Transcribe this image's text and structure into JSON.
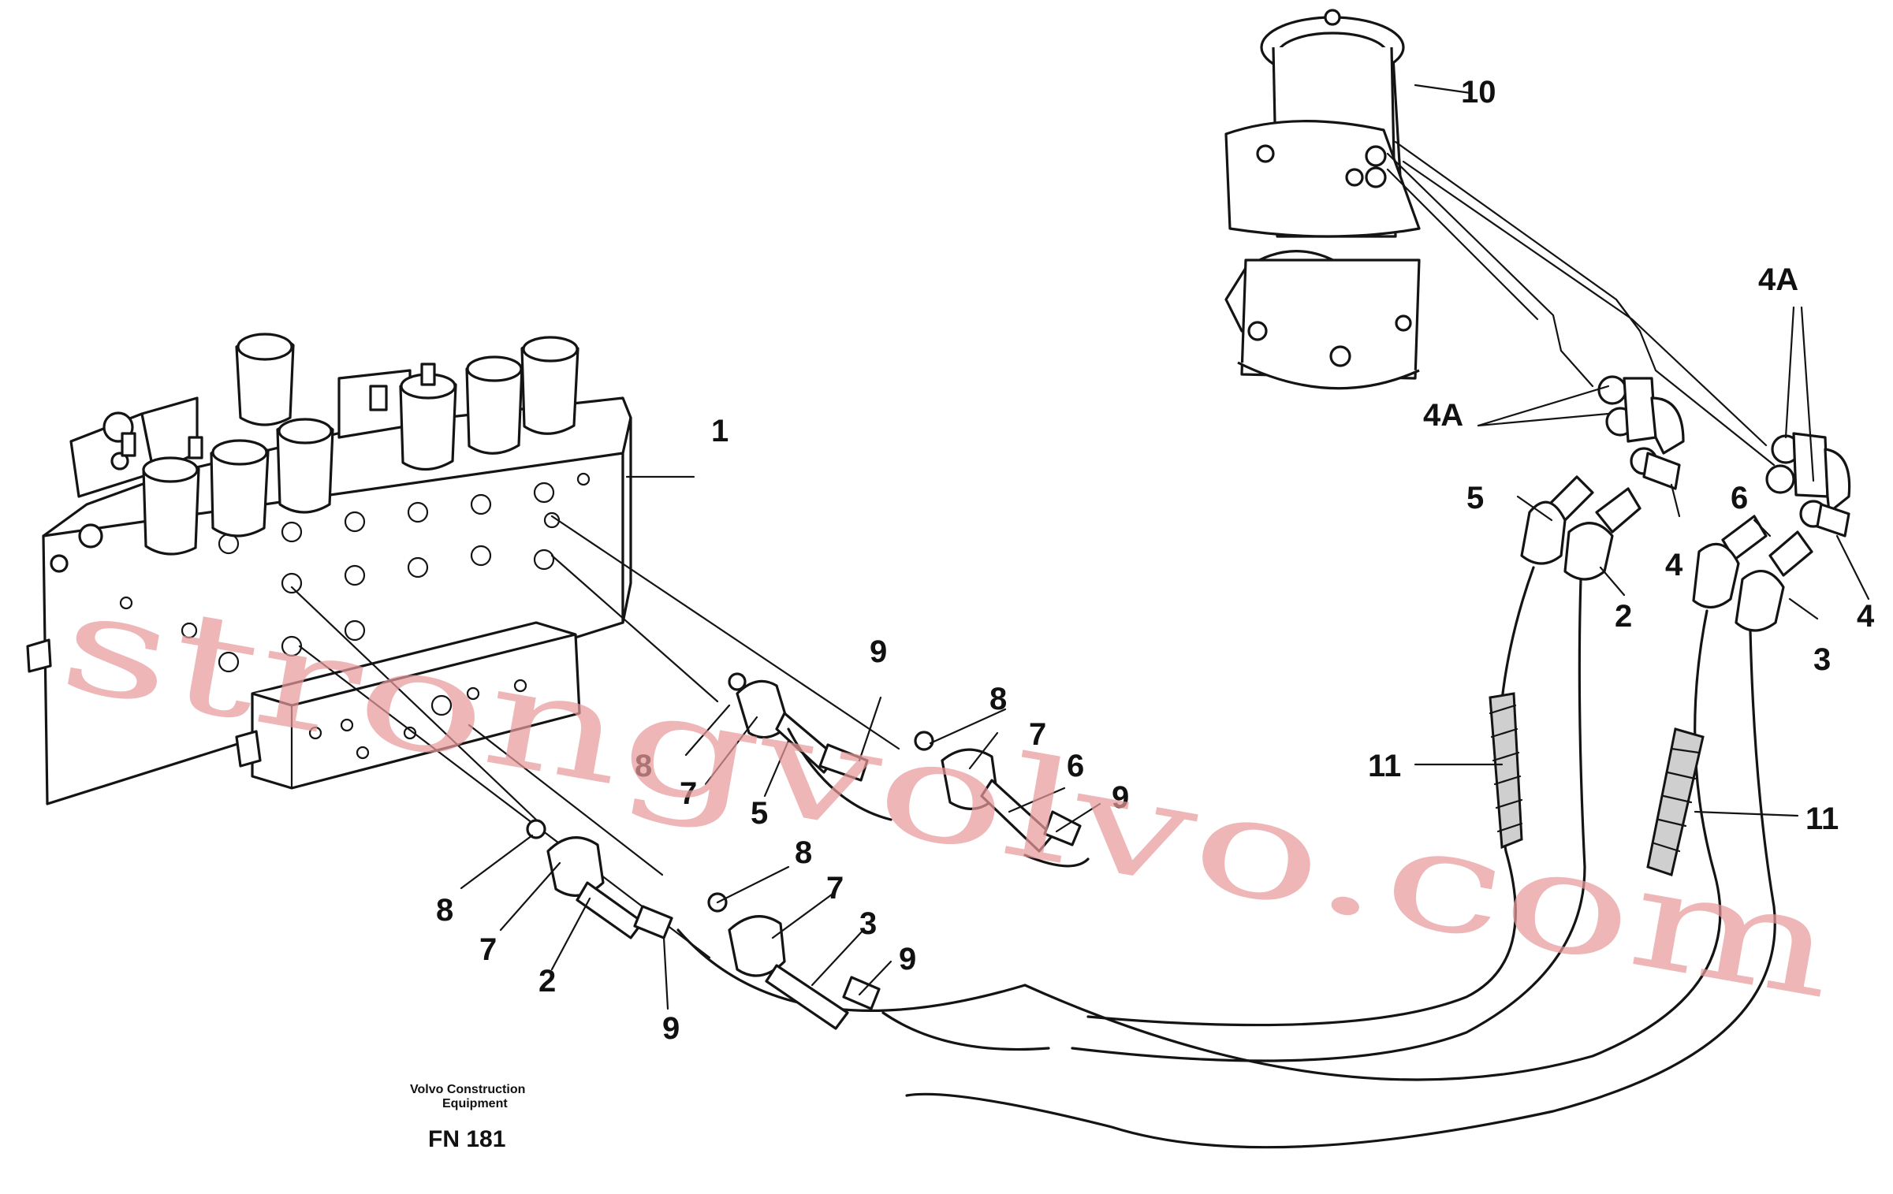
{
  "callouts": {
    "c1": "1",
    "c2": "2",
    "c3": "3",
    "c4": "4",
    "c4a": "4A",
    "c5": "5",
    "c6": "6",
    "c7": "7",
    "c8": "8",
    "c9": "9",
    "c10": "10",
    "c11": "11"
  },
  "caption": {
    "line1": "Volvo Construction",
    "line2": "Equipment",
    "figure": "FN 181"
  },
  "watermark": "strongvolvo.com"
}
